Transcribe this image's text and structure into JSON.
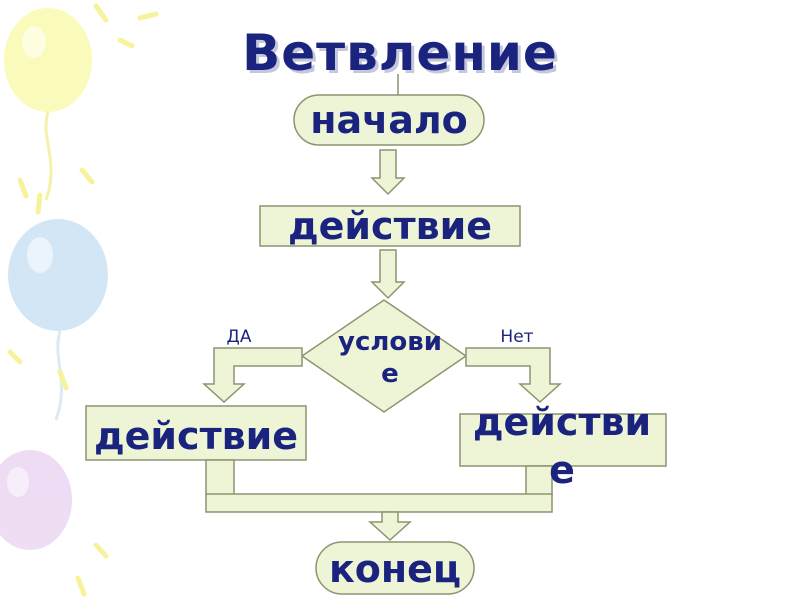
{
  "title": "Ветвление",
  "flowchart": {
    "start": "начало",
    "action_1": "действие",
    "condition": "условие",
    "yes_branch": "ДА",
    "no_branch": "Нет",
    "action_yes": "действие",
    "action_no": "действие",
    "end": "конец"
  },
  "colors": {
    "shape_fill": "#eef5d7",
    "shape_stroke": "#8c9470",
    "text": "#1a237e",
    "balloon_yellow": "#fafab4",
    "balloon_blue": "#cfe4f5",
    "balloon_purple": "#ecd9f2"
  }
}
